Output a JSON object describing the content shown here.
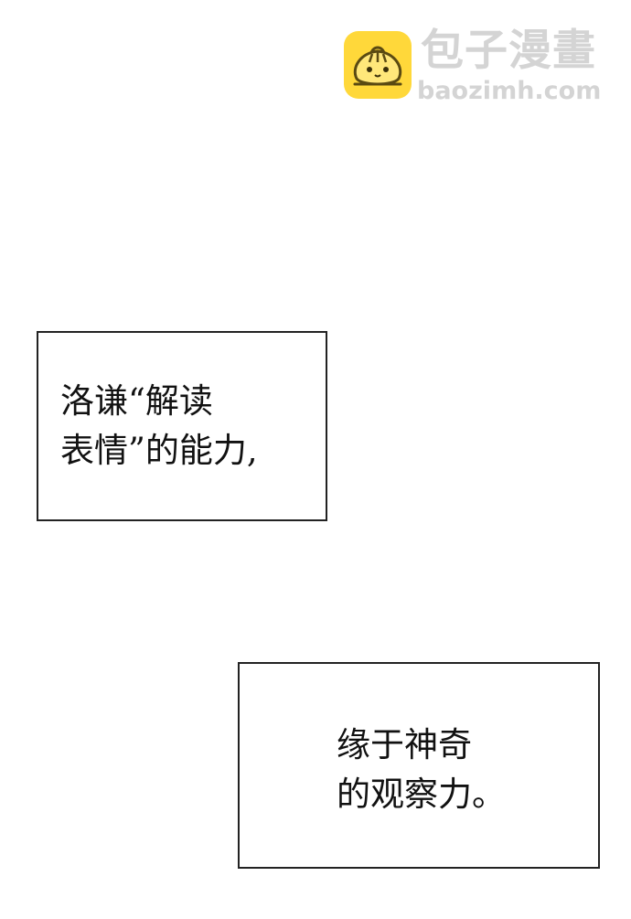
{
  "watermark": {
    "site_name": "包子漫畫",
    "domain": "baozimh.com",
    "logo_icon": "steamed-bun-icon",
    "logo_color": "#FFD83A"
  },
  "captions": [
    {
      "lines": [
        "洛谦“解读",
        "表情”的能力,"
      ]
    },
    {
      "lines": [
        "缘于神奇",
        "的观察力。"
      ]
    }
  ]
}
